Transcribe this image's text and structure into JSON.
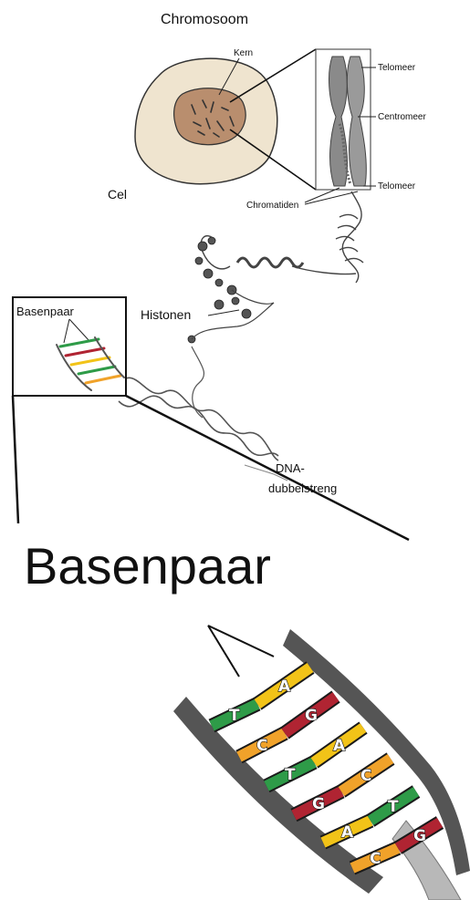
{
  "labels": {
    "title": "Chromosoom",
    "kern": "Kern",
    "cel": "Cel",
    "telomeer_top": "Telomeer",
    "centromeer": "Centromeer",
    "telomeer_bottom": "Telomeer",
    "chromatiden": "Chromatiden",
    "basenpaar_small": "Basenpaar",
    "histonen": "Histonen",
    "dna_line1": "DNA-",
    "dna_line2": "dubbelstreng",
    "basenpaar_big": "Basenpaar"
  },
  "base_pairs": [
    {
      "left": "T",
      "right": "A",
      "left_color": "#2e9b48",
      "right_color": "#f2c318"
    },
    {
      "left": "C",
      "right": "G",
      "left_color": "#f0a22a",
      "right_color": "#b02432"
    },
    {
      "left": "T",
      "right": "A",
      "left_color": "#2e9b48",
      "right_color": "#f2c318"
    },
    {
      "left": "G",
      "right": "C",
      "left_color": "#b02432",
      "right_color": "#f0a22a"
    },
    {
      "left": "A",
      "right": "T",
      "left_color": "#f2c318",
      "right_color": "#2e9b48"
    },
    {
      "left": "C",
      "right": "G",
      "left_color": "#f0a22a",
      "right_color": "#b02432"
    }
  ],
  "colors": {
    "cell_fill": "#efe4cf",
    "nucleus_fill": "#b98e6e",
    "chromosome_fill": "#8a8a8a",
    "backbone": "#555555"
  }
}
